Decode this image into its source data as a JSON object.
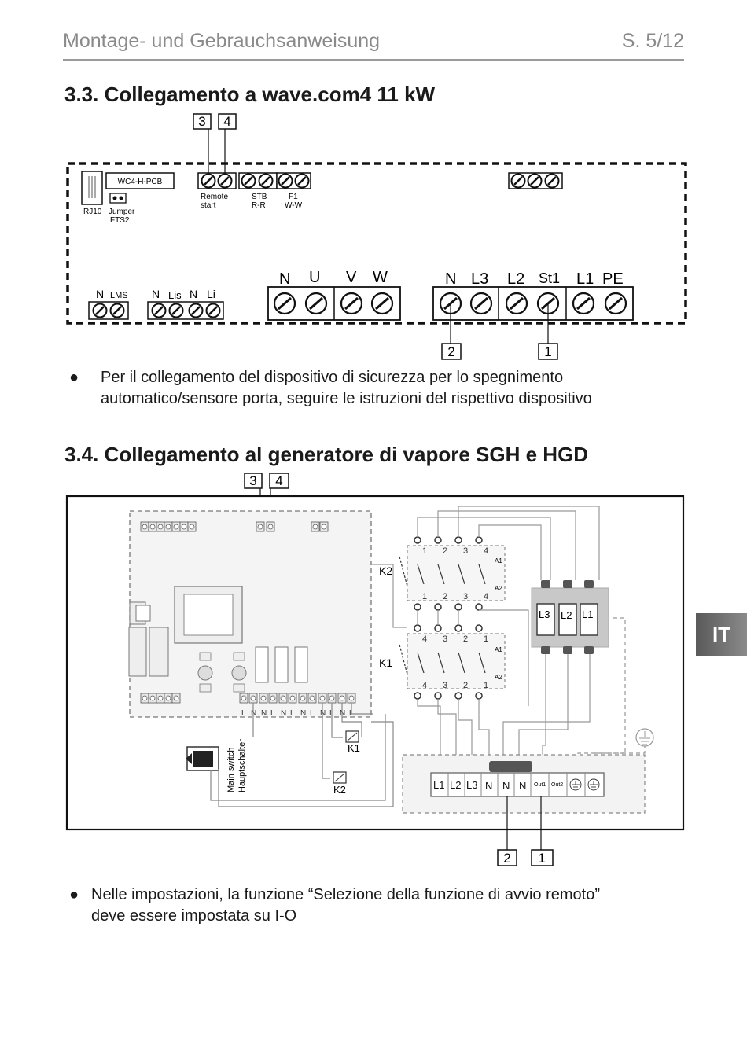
{
  "header": {
    "left": "Montage- und Gebrauchsanweisung",
    "right": "S. 5/12"
  },
  "side_tab": "IT",
  "section_33": {
    "title": "3.3.  Collegamento a wave.com4 11 kW",
    "callouts": [
      "3",
      "4",
      "2",
      "1"
    ],
    "board_label": "WC4-H-PCB",
    "rj10": "RJ10",
    "jumper": "Jumper",
    "fts2": "FTS2",
    "remote": "Remote",
    "start": "start",
    "stb": "STB",
    "rr": "R-R",
    "f1": "F1",
    "ww": "W-W",
    "nlms_n": "N",
    "nlms_l": "LMS",
    "nlis_n": "N",
    "nlis_l": "Lis",
    "nli_n": "N",
    "nli_l": "Li",
    "terminals_a": [
      "N",
      "U",
      "V",
      "W"
    ],
    "terminals_b": [
      "N",
      "L3",
      "L2",
      "St1",
      "L1",
      "PE"
    ],
    "bullet": [
      "Per il collegamento del dispositivo di sicurezza per lo spegnimento",
      "automatico/sensore porta, seguire le istruzioni del rispettivo dispositivo"
    ]
  },
  "section_34": {
    "title": "3.4.   Collegamento al generatore di vapore SGH e HGD",
    "callouts": [
      "3",
      "4",
      "2",
      "1"
    ],
    "k2": "K2",
    "k1": "K1",
    "a1": "A1",
    "a2": "A2",
    "k2_top": [
      "1",
      "2",
      "3",
      "4"
    ],
    "k1_top": [
      "4",
      "3",
      "2",
      "1"
    ],
    "fuses": [
      "L3",
      "L2",
      "L1"
    ],
    "board_terminals": [
      "L",
      "N",
      "N",
      "L",
      "N",
      "L",
      "N",
      "L",
      "N",
      "L",
      "N",
      "L"
    ],
    "main_switch": "Main switch",
    "hauptschalter": "Hauptschalter",
    "relay_k1": "K1",
    "relay_k2": "K2",
    "terminal_strip": [
      "L1",
      "L2",
      "L3",
      "N",
      "N",
      "N",
      "Out1",
      "Out2"
    ],
    "bullet": [
      "Nelle impostazioni, la funzione “Selezione della funzione di avvio remoto”",
      "deve essere impostata su I-O"
    ]
  }
}
